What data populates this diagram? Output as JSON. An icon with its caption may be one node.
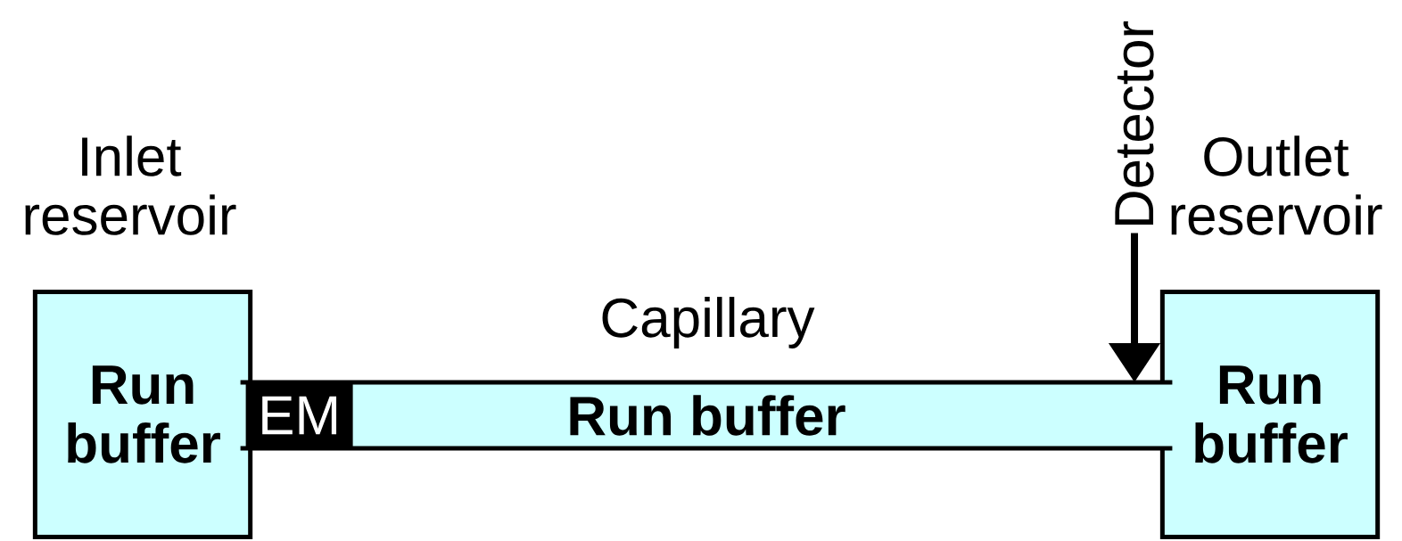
{
  "diagram": {
    "nodes": [
      {
        "text": [
          "Inlet reservoir",
          "Run buffer"
        ]
      },
      {
        "text": [
          "Capillary",
          "Run buffer"
        ]
      },
      {
        "text": [
          "EM"
        ],
        "in": 1
      },
      {
        "text": [
          "Outlet reservoir",
          "Run buffer"
        ]
      },
      {
        "text": [
          "Detector"
        ]
      }
    ],
    "edges": [
      {
        "from": 4,
        "to": 1,
        "arrow": "to"
      }
    ]
  }
}
